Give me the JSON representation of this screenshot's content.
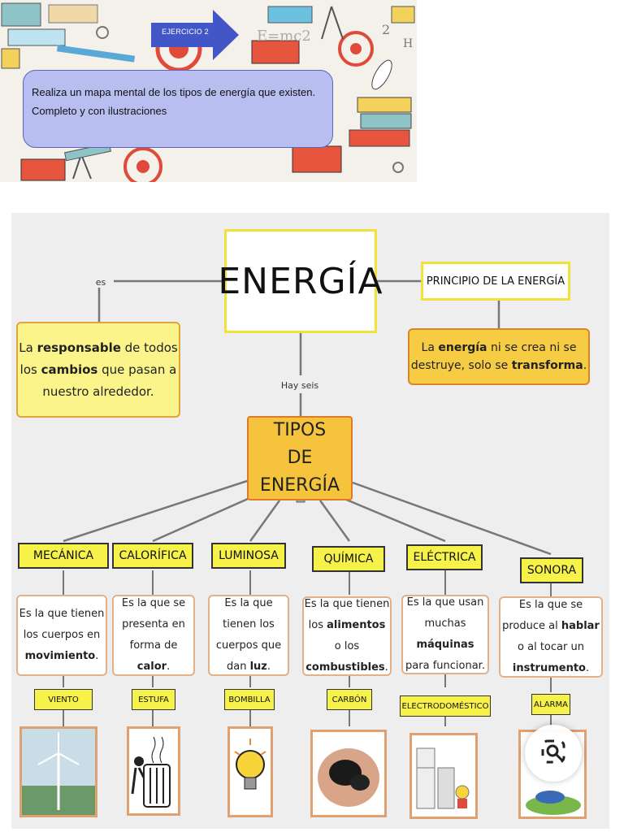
{
  "banner": {
    "exercise_label": "EJERCICIO 2",
    "task_line1": "Realiza un mapa mental de los tipos de energía que existen.",
    "task_line2": "Completo y con ilustraciones",
    "doodle_formula": "E=mc2",
    "doodle_digit": "2",
    "doodle_letter": "H"
  },
  "map": {
    "main_title": "ENERGÍA",
    "es_label": "es",
    "definition_parts": [
      "La ",
      "responsable",
      " de todos los ",
      "cambios",
      " que pasan a nuestro alrededor."
    ],
    "principle_title": "PRINCIPIO DE LA ENERGÍA",
    "principle_parts": [
      "La ",
      "energía",
      " ni se crea ni se destruye, solo se ",
      "transforma",
      "."
    ],
    "hay_label": "Hay seis",
    "types_title_line1": "TIPOS",
    "types_title_line2": "DE ENERGÍA",
    "types": [
      {
        "name": "MECÁNICA",
        "desc_parts": [
          "Es la que tienen los cuerpos en ",
          "movimiento",
          "."
        ],
        "example": "VIENTO",
        "picture_icon": "wind-turbine-icon"
      },
      {
        "name": "CALORÍFICA",
        "desc_parts": [
          "Es la que se presenta en forma de ",
          "calor",
          "."
        ],
        "example": "ESTUFA",
        "picture_icon": "heater-icon"
      },
      {
        "name": "LUMINOSA",
        "desc_parts": [
          "Es la que tienen los cuerpos que dan ",
          "luz",
          "."
        ],
        "example": "BOMBILLA",
        "picture_icon": "light-bulb-icon"
      },
      {
        "name": "QUÍMICA",
        "desc_parts": [
          "Es la que tienen los ",
          "alimentos",
          " o los ",
          "combustibles",
          "."
        ],
        "example": "CARBÓN",
        "picture_icon": "coal-icon"
      },
      {
        "name": "ELÉCTRICA",
        "desc_parts": [
          "Es la que usan muchas ",
          "máquinas",
          " para funcionar."
        ],
        "example": "ELECTRODOMÉSTICO",
        "picture_icon": "appliances-icon"
      },
      {
        "name": "SONORA",
        "desc_parts": [
          "Es la que se produce al ",
          "hablar",
          " o al tocar un ",
          "instrumento",
          "."
        ],
        "example": "ALARMA",
        "picture_icon": "alarm-icon"
      }
    ]
  },
  "colors": {
    "banner_arrow": "#4356c8",
    "task_box": "#b8bff0",
    "title_border": "#f1e23a",
    "yellow_card": "#fbf48a",
    "orange_card": "#f6c43c",
    "category": "#f6f24a"
  },
  "lens_icon": "search-lens-icon"
}
